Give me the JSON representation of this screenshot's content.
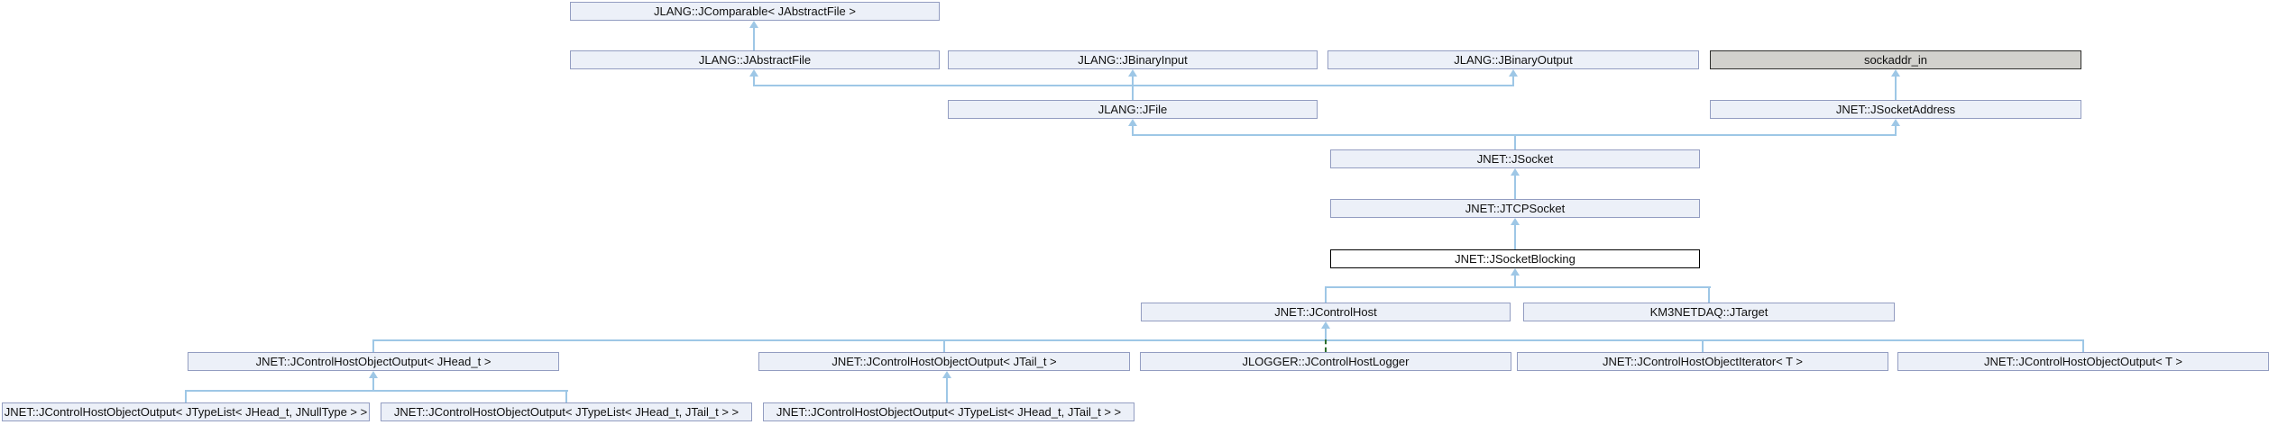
{
  "diagram": {
    "type": "class-inheritance-graph",
    "focus_class": "JNET::JSocketBlocking",
    "colors": {
      "background": "#ffffff",
      "node_fill": "#ecf0f8",
      "node_border": "#939dc1",
      "plain_node_fill": "#d2d1cd",
      "plain_node_border": "#2e2e2c",
      "focus_node_fill": "#ffffff",
      "focus_node_border": "#000000",
      "edge": "#9ec7e6",
      "protected_edge": "#2c6e2c",
      "text": "#101010"
    },
    "nodes": [
      {
        "id": "jcomparable",
        "label": "JLANG::JComparable< JAbstractFile >"
      },
      {
        "id": "jabstractfile",
        "label": "JLANG::JAbstractFile"
      },
      {
        "id": "jbinaryinput",
        "label": "JLANG::JBinaryInput"
      },
      {
        "id": "jbinaryoutput",
        "label": "JLANG::JBinaryOutput"
      },
      {
        "id": "sockaddr-in",
        "label": "sockaddr_in"
      },
      {
        "id": "jfile",
        "label": "JLANG::JFile"
      },
      {
        "id": "jsocketaddress",
        "label": "JNET::JSocketAddress"
      },
      {
        "id": "jsocket",
        "label": "JNET::JSocket"
      },
      {
        "id": "jtcpsocket",
        "label": "JNET::JTCPSocket"
      },
      {
        "id": "jsocketblocking",
        "label": "JNET::JSocketBlocking"
      },
      {
        "id": "jcontrolhost",
        "label": "JNET::JControlHost"
      },
      {
        "id": "jtarget",
        "label": "KM3NETDAQ::JTarget"
      },
      {
        "id": "jchoo-jhead",
        "label": "JNET::JControlHostObjectOutput< JHead_t >"
      },
      {
        "id": "jchoo-jtail",
        "label": "JNET::JControlHostObjectOutput< JTail_t >"
      },
      {
        "id": "jcontrolhostlogger",
        "label": "JLOGGER::JControlHostLogger"
      },
      {
        "id": "jchoi-t",
        "label": "JNET::JControlHostObjectIterator< T >"
      },
      {
        "id": "jchoo-t",
        "label": "JNET::JControlHostObjectOutput< T >"
      },
      {
        "id": "jchoo-typelist-null",
        "label": "JNET::JControlHostObjectOutput< JTypeList< JHead_t, JNullType > >"
      },
      {
        "id": "jchoo-typelist-tail-a",
        "label": "JNET::JControlHostObjectOutput< JTypeList< JHead_t, JTail_t > >"
      },
      {
        "id": "jchoo-typelist-tail-b",
        "label": "JNET::JControlHostObjectOutput< JTypeList< JHead_t, JTail_t > >"
      }
    ],
    "edges": [
      {
        "from": "jabstractfile",
        "to": "jcomparable",
        "style": "public"
      },
      {
        "from": "jfile",
        "to": "jabstractfile",
        "style": "public"
      },
      {
        "from": "jfile",
        "to": "jbinaryinput",
        "style": "public"
      },
      {
        "from": "jfile",
        "to": "jbinaryoutput",
        "style": "public"
      },
      {
        "from": "jsocketaddress",
        "to": "sockaddr-in",
        "style": "public"
      },
      {
        "from": "jsocket",
        "to": "jfile",
        "style": "public"
      },
      {
        "from": "jsocket",
        "to": "jsocketaddress",
        "style": "public"
      },
      {
        "from": "jtcpsocket",
        "to": "jsocket",
        "style": "public"
      },
      {
        "from": "jsocketblocking",
        "to": "jtcpsocket",
        "style": "public"
      },
      {
        "from": "jcontrolhost",
        "to": "jsocketblocking",
        "style": "public"
      },
      {
        "from": "jtarget",
        "to": "jsocketblocking",
        "style": "public"
      },
      {
        "from": "jchoo-jhead",
        "to": "jcontrolhost",
        "style": "public"
      },
      {
        "from": "jchoo-jtail",
        "to": "jcontrolhost",
        "style": "public"
      },
      {
        "from": "jcontrolhostlogger",
        "to": "jcontrolhost",
        "style": "protected"
      },
      {
        "from": "jchoi-t",
        "to": "jcontrolhost",
        "style": "public"
      },
      {
        "from": "jchoo-t",
        "to": "jcontrolhost",
        "style": "public"
      },
      {
        "from": "jchoo-typelist-null",
        "to": "jchoo-jhead",
        "style": "public"
      },
      {
        "from": "jchoo-typelist-tail-a",
        "to": "jchoo-jhead",
        "style": "public"
      },
      {
        "from": "jchoo-typelist-tail-b",
        "to": "jchoo-jtail",
        "style": "public"
      }
    ]
  }
}
